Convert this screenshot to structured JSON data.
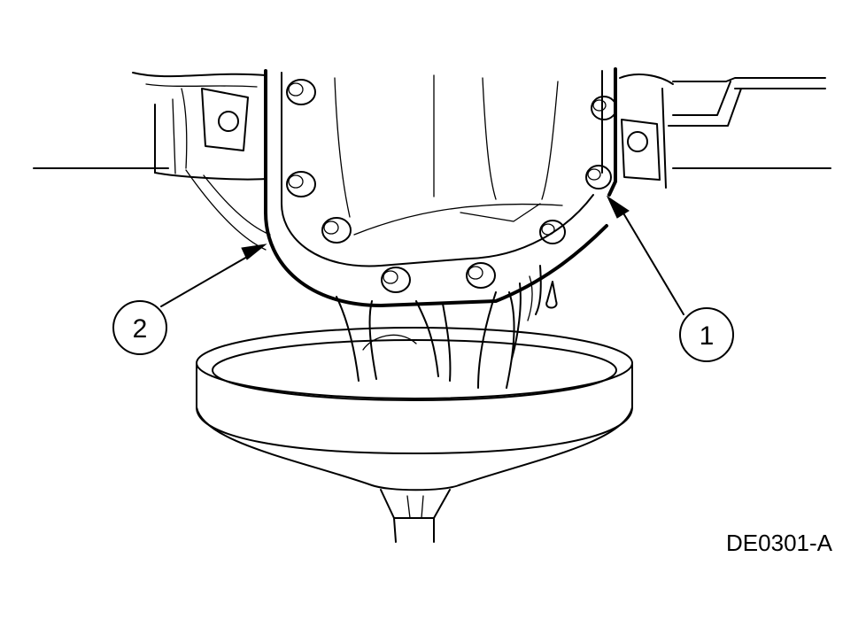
{
  "figure_id": "DE0301-A",
  "callouts": [
    {
      "label": "1"
    },
    {
      "label": "2"
    }
  ],
  "colors": {
    "ink": "#000000",
    "background": "#ffffff"
  }
}
